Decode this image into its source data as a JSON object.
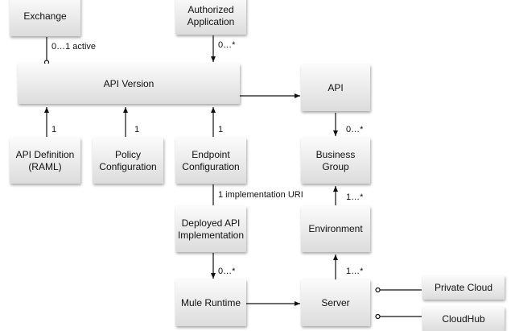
{
  "nodes": {
    "exchange": "Exchange",
    "authorized_application": "Authorized\nApplication",
    "api_version": "API Version",
    "api": "API",
    "api_definition": "API Definition\n(RAML)",
    "policy_configuration": "Policy\nConfiguration",
    "endpoint_configuration": "Endpoint\nConfiguration",
    "business_group": "Business\nGroup",
    "deployed_api_implementation": "Deployed API\nImplementation",
    "environment": "Environment",
    "mule_runtime": "Mule Runtime",
    "server": "Server",
    "private_cloud": "Private Cloud",
    "cloudhub": "CloudHub"
  },
  "edge_labels": {
    "exchange_api_version": "0…1 active",
    "authorized_app_api_version": "0…*",
    "api_definition": "1",
    "policy_configuration": "1",
    "endpoint_configuration": "1",
    "api_business_group": "0…*",
    "implementation_uri": "1 implementation URI",
    "environment_business_group": "1…*",
    "deployed_mule_runtime": "0…*",
    "server_environment": "1…*"
  }
}
